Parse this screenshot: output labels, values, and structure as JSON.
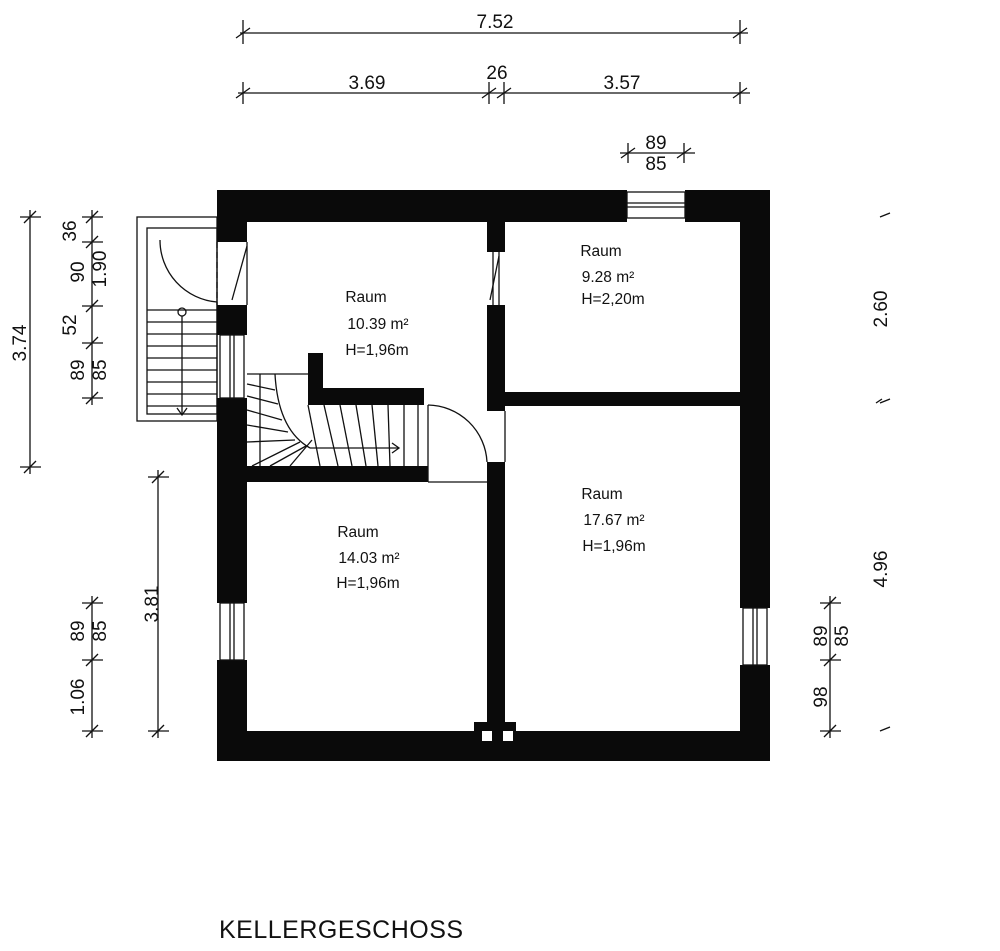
{
  "title": "KELLERGESCHOSS",
  "dimensions": {
    "top_total": "7.52",
    "top_left": "3.69",
    "top_mid": "26",
    "top_right": "3.57",
    "window_top_upper": "89",
    "window_top_lower": "85",
    "left_total": "3.74",
    "left_a": "36",
    "left_b": "90",
    "left_b2": "1.90",
    "left_c": "52",
    "left_d": "89",
    "left_d2": "85",
    "left_lower_total": "3.81",
    "left_win_upper": "89",
    "left_win_lower": "85",
    "left_bottom": "1.06",
    "right_top": "2.60",
    "right_bottom": "4.96",
    "right_win_upper": "89",
    "right_win_lower": "85",
    "right_small": "98"
  },
  "rooms": [
    {
      "name": "Raum",
      "area": "10.39 m²",
      "height": "H=1,96m"
    },
    {
      "name": "Raum",
      "area": "9.28 m²",
      "height": "H=2,20m"
    },
    {
      "name": "Raum",
      "area": "14.03 m²",
      "height": "H=1,96m"
    },
    {
      "name": "Raum",
      "area": "17.67 m²",
      "height": "H=1,96m"
    }
  ]
}
